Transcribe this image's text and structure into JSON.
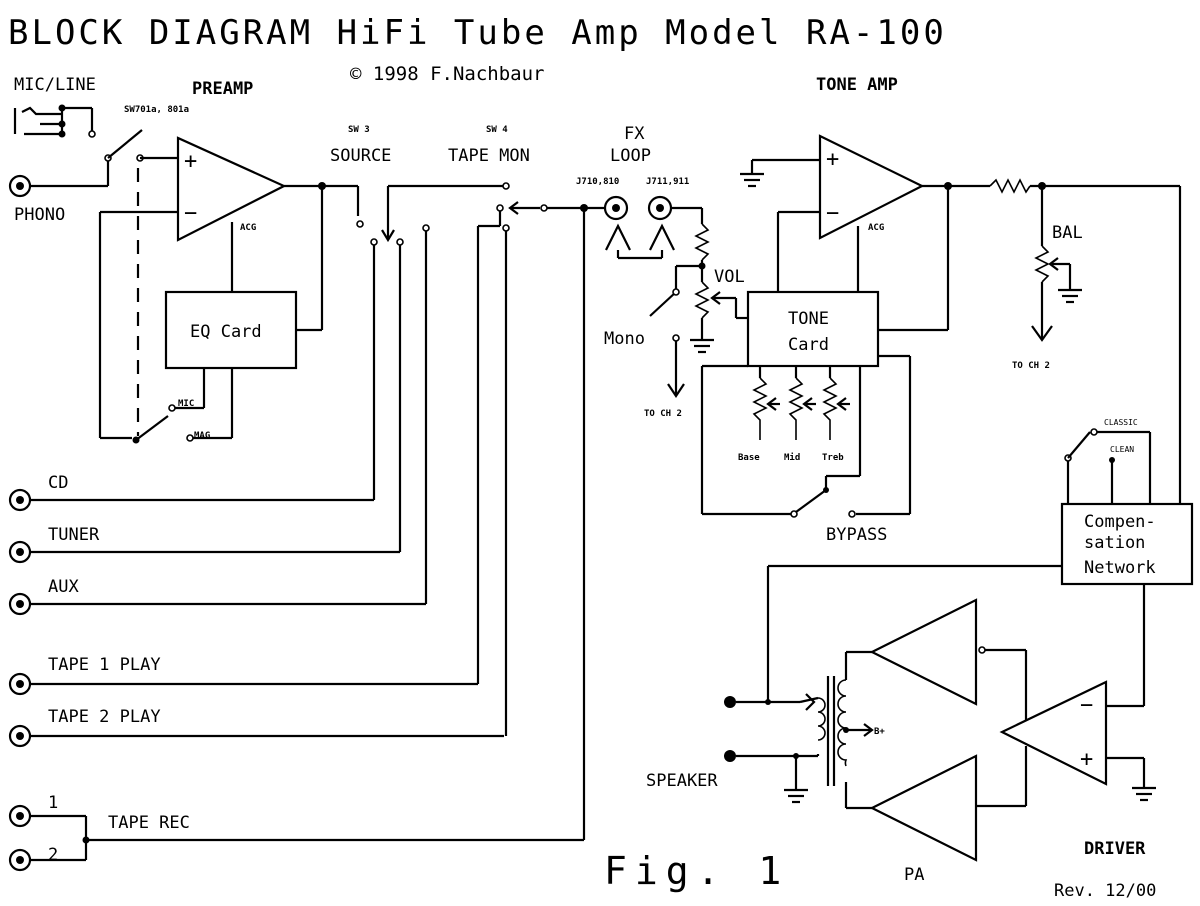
{
  "title": "BLOCK DIAGRAM  HiFi Tube Amp  Model RA-100",
  "copyright": "© 1998 F.Nachbaur",
  "figure": "Fig. 1",
  "revision": "Rev. 12/00",
  "labels": {
    "mic_line": "MIC/LINE",
    "preamp": "PREAMP",
    "sw701": "SW701a, 801a",
    "phono": "PHONO",
    "acg": "ACG",
    "eq_card": "EQ Card",
    "mic": "MIC",
    "mag": "MAG",
    "sw3": "SW 3",
    "source": "SOURCE",
    "sw4": "SW 4",
    "tape_mon": "TAPE MON",
    "fx": "FX",
    "loop": "LOOP",
    "j710": "J710,810",
    "j711": "J711,911",
    "vol": "VOL",
    "mono": "Mono",
    "to_ch2": "TO CH 2",
    "tone_amp": "TONE AMP",
    "tone": "TONE",
    "card": "Card",
    "base": "Base",
    "mid": "Mid",
    "treb": "Treb",
    "bypass": "BYPASS",
    "bal": "BAL",
    "classic": "CLASSIC",
    "clean": "CLEAN",
    "comp_1": "Compen-",
    "comp_2": "sation",
    "comp_3": "Network",
    "cd": "CD",
    "tuner": "TUNER",
    "aux": "AUX",
    "tape1": "TAPE 1 PLAY",
    "tape2": "TAPE 2 PLAY",
    "tape_rec": "TAPE REC",
    "rec1": "1",
    "rec2": "2",
    "speaker": "SPEAKER",
    "bplus": "B+",
    "pa": "PA",
    "driver": "DRIVER",
    "plus": "+",
    "minus": "−"
  }
}
